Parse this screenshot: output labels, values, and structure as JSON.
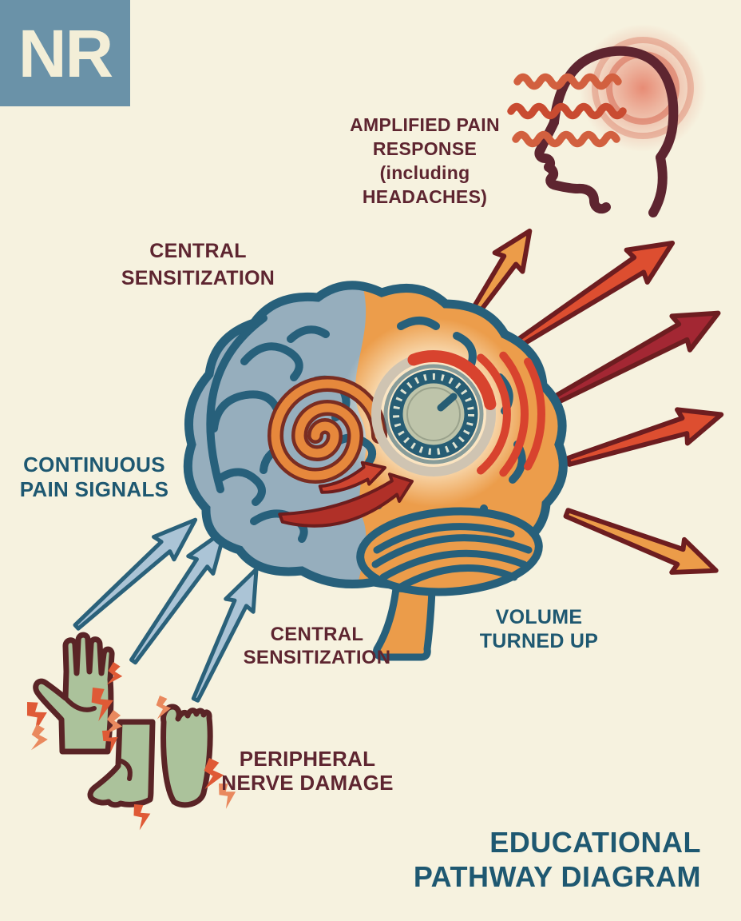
{
  "page": {
    "title": "Central sensitization educational pathway diagram",
    "background_color": "#f6f2df"
  },
  "logo": {
    "text": "NR",
    "bg_color": "#6a92a8",
    "text_color": "#f3eed7"
  },
  "labels": {
    "amplified": {
      "lines": [
        "AMPLIFIED PAIN",
        "RESPONSE",
        "(including",
        "HEADACHES)"
      ],
      "color": "#5e2530"
    },
    "central_top": {
      "lines": [
        "CENTRAL",
        "SENSITIZATION"
      ],
      "color": "#5e2530"
    },
    "continuous": {
      "lines": [
        "CONTINUOUS",
        "PAIN SIGNALS"
      ],
      "color": "#1e5871"
    },
    "central_bottom": {
      "lines": [
        "CENTRAL",
        "SENSITIZATION"
      ],
      "color": "#5e2530"
    },
    "peripheral": {
      "lines": [
        "PERIPHERAL",
        "NERVE DAMAGE"
      ],
      "color": "#5e2530"
    },
    "volume": {
      "lines": [
        "VOLUME",
        "TURNED UP"
      ],
      "color": "#1e5871"
    },
    "footer": {
      "lines": [
        "EDUCATIONAL",
        "PATHWAY DIAGRAM"
      ],
      "color": "#1e5871"
    }
  },
  "icons": [
    "brain-with-volume-knob",
    "volume-knob",
    "sound-waves",
    "wind-up-spiral",
    "head-profile-with-headache",
    "headache-waves",
    "pain-glow",
    "hand",
    "foot-side",
    "foot-sole",
    "lightning-bolts",
    "incoming-pain-arrows-blue",
    "outgoing-amplified-arrows"
  ],
  "colors": {
    "background": "#f6f2df",
    "maroon_text": "#5e2530",
    "teal_text": "#1e5871",
    "brain_outline": "#27607b",
    "brain_left_fill": "#96aebd",
    "brain_right_fill": "#ec9d4b",
    "arrow_orange": "#ec9c49",
    "arrow_red": "#dd4e30",
    "arrow_dark_red": "#a32733",
    "arrow_outline": "#6d1d20",
    "blue_arrow_fill": "#abc4d6",
    "limb_fill": "#abc29b",
    "limb_outline": "#5a2426",
    "bolt_color": "#df5a36",
    "knob_dial": "#bec4aa",
    "gauge_red": "#d8432e"
  }
}
